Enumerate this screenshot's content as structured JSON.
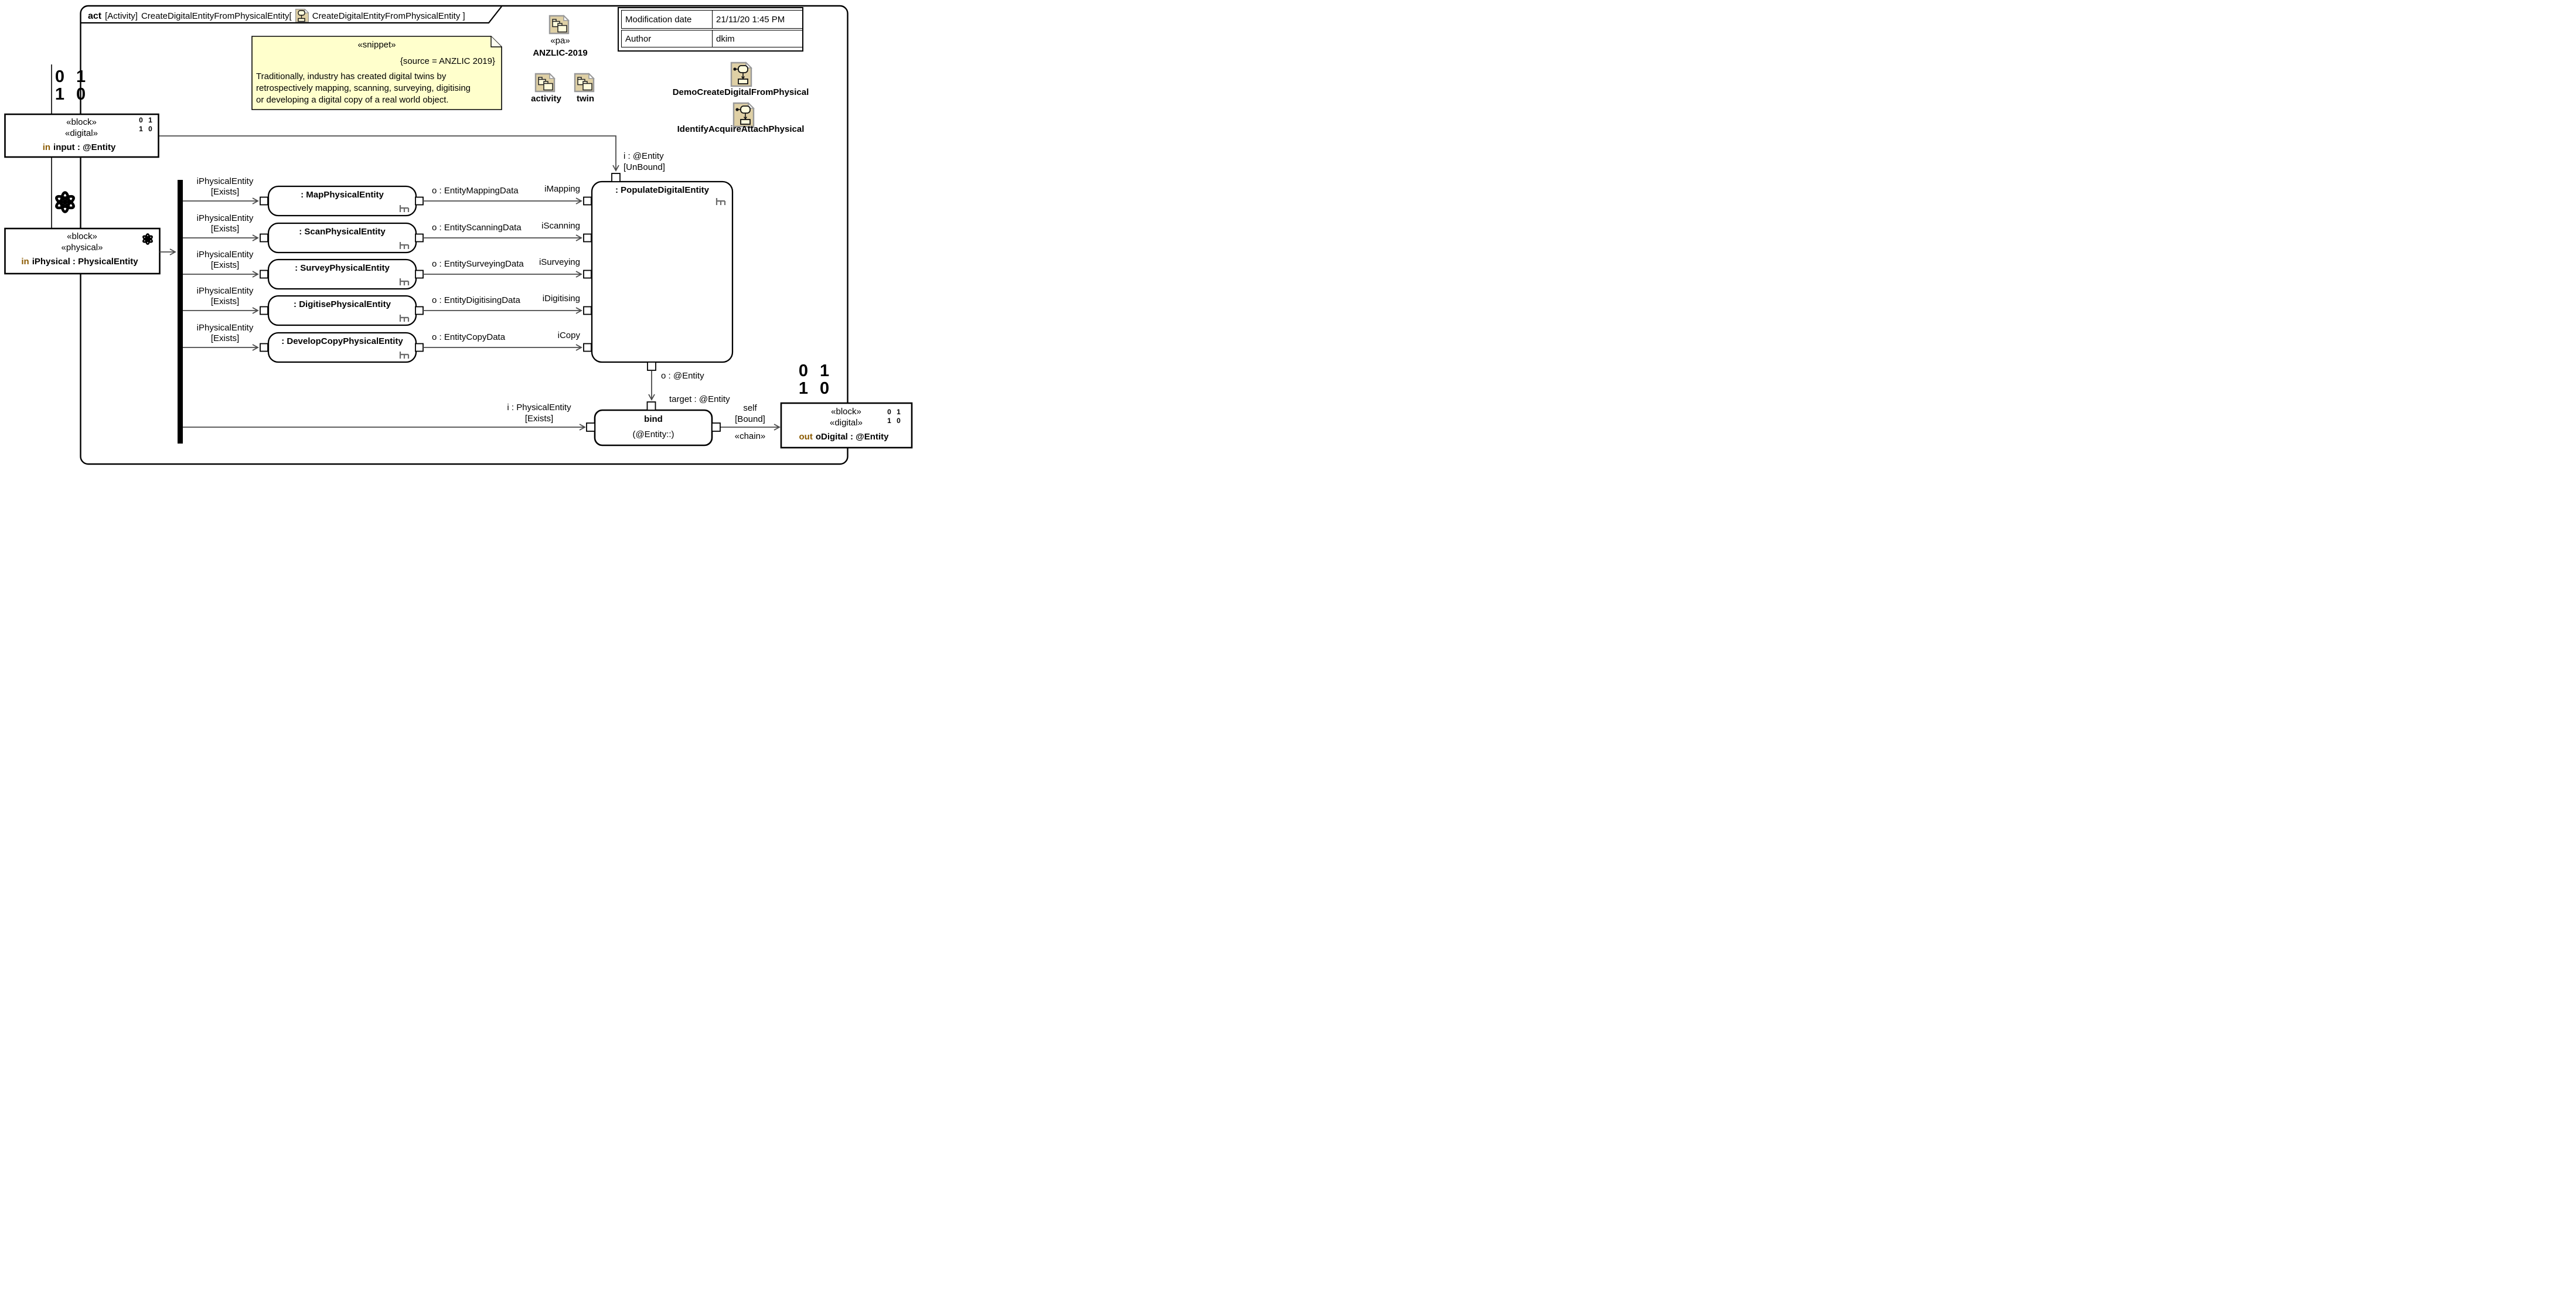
{
  "frame": {
    "title_keyword": "act",
    "title_type": "[Activity]",
    "title_name_open": "CreateDigitalEntityFromPhysicalEntity[",
    "title_name_close": "CreateDigitalEntityFromPhysicalEntity ]"
  },
  "note": {
    "stereotype": "«snippet»",
    "source": "{source = ANZLIC 2019}",
    "lines": [
      "Traditionally, industry has created digital twins by",
      "retrospectively mapping, scanning, surveying, digitising",
      "or developing a digital copy of a real world object."
    ]
  },
  "meta_table": {
    "rows": [
      {
        "label": "Modification date",
        "value": "21/11/20 1:45 PM"
      },
      {
        "label": "Author",
        "value": "dkim"
      }
    ]
  },
  "packages": {
    "pa_stereotype": "«pa»",
    "anzlic": "ANZLIC-2019",
    "activity": "activity",
    "twin": "twin"
  },
  "activities": {
    "demo": "DemoCreateDigitalFromPhysical",
    "identify": "IdentifyAcquireAttachPhysical"
  },
  "binary_icon": {
    "line1": "0 1",
    "line2": "1 0"
  },
  "blocks": {
    "input": {
      "stereotype1": "«block»",
      "stereotype2": "«digital»",
      "direction": "in",
      "name": "input : @Entity"
    },
    "physical": {
      "stereotype1": "«block»",
      "stereotype2": "«physical»",
      "direction": "in",
      "name": "iPhysical : PhysicalEntity"
    },
    "output": {
      "stereotype1": "«block»",
      "stereotype2": "«digital»",
      "direction": "out",
      "name": "oDigital : @Entity"
    }
  },
  "flows": {
    "guard_line1": "iPhysicalEntity",
    "guard_line2": "[Exists]",
    "bind_in_line1": "i : PhysicalEntity",
    "bind_in_line2": "[Exists]",
    "self_line1": "self",
    "self_line2": "[Bound]",
    "chain": "«chain»",
    "populate_in_line1": "i : @Entity",
    "populate_in_line2": "[UnBound]",
    "populate_out": "o : @Entity",
    "target": "target : @Entity"
  },
  "actions": [
    {
      "name": ": MapPhysicalEntity",
      "out": "o : EntityMappingData",
      "pin": "iMapping"
    },
    {
      "name": ": ScanPhysicalEntity",
      "out": "o : EntityScanningData",
      "pin": "iScanning"
    },
    {
      "name": ": SurveyPhysicalEntity",
      "out": "o : EntitySurveyingData",
      "pin": "iSurveying"
    },
    {
      "name": ": DigitisePhysicalEntity",
      "out": "o : EntityDigitisingData",
      "pin": "iDigitising"
    },
    {
      "name": ": DevelopCopyPhysicalEntity",
      "out": "o : EntityCopyData",
      "pin": "iCopy"
    }
  ],
  "populate": {
    "name": ": PopulateDigitalEntity"
  },
  "bind": {
    "name": "bind",
    "params": "(@Entity::)"
  },
  "colors": {
    "keyword_brown": "#8b5a00",
    "note_fill": "#ffffcc",
    "icon_tan": "#dfd0a5",
    "flow_gray": "#4a4a4a"
  }
}
